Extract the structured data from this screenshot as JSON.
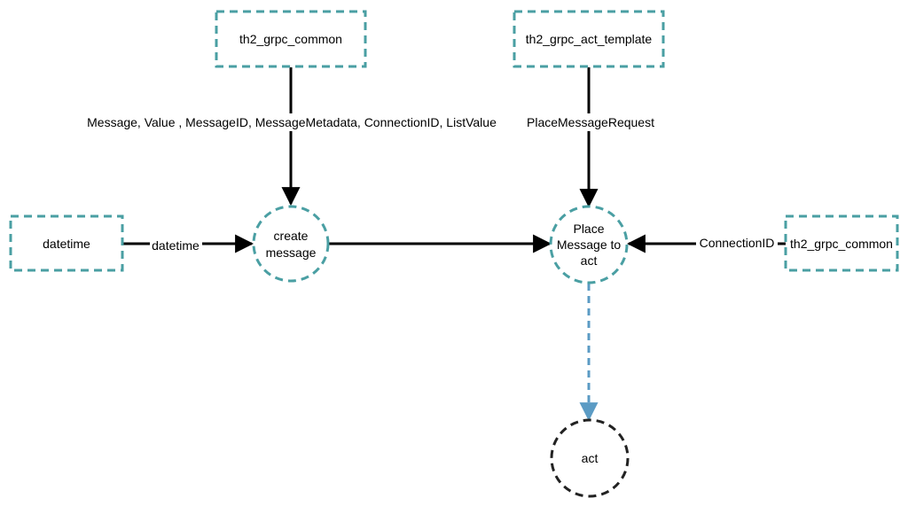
{
  "colors": {
    "box_stroke": "#4a9fa3",
    "node_stroke": "#4a9fa3",
    "act_stroke": "#222222",
    "edge": "#000000",
    "output_edge": "#5b9bc4"
  },
  "boxes": {
    "grpc_common_top": "th2_grpc_common",
    "act_template": "th2_grpc_act_template",
    "datetime_source": "datetime",
    "grpc_common_right": "th2_grpc_common"
  },
  "nodes": {
    "create_message": [
      "create",
      "message"
    ],
    "place_message": [
      "Place",
      "Message to",
      "act"
    ],
    "act": "act"
  },
  "edges": {
    "common_to_create": "Message, Value , MessageID, MessageMetadata, ConnectionID, ListValue",
    "template_to_place": "PlaceMessageRequest",
    "datetime_to_create": "datetime",
    "common_to_place": "ConnectionID"
  }
}
